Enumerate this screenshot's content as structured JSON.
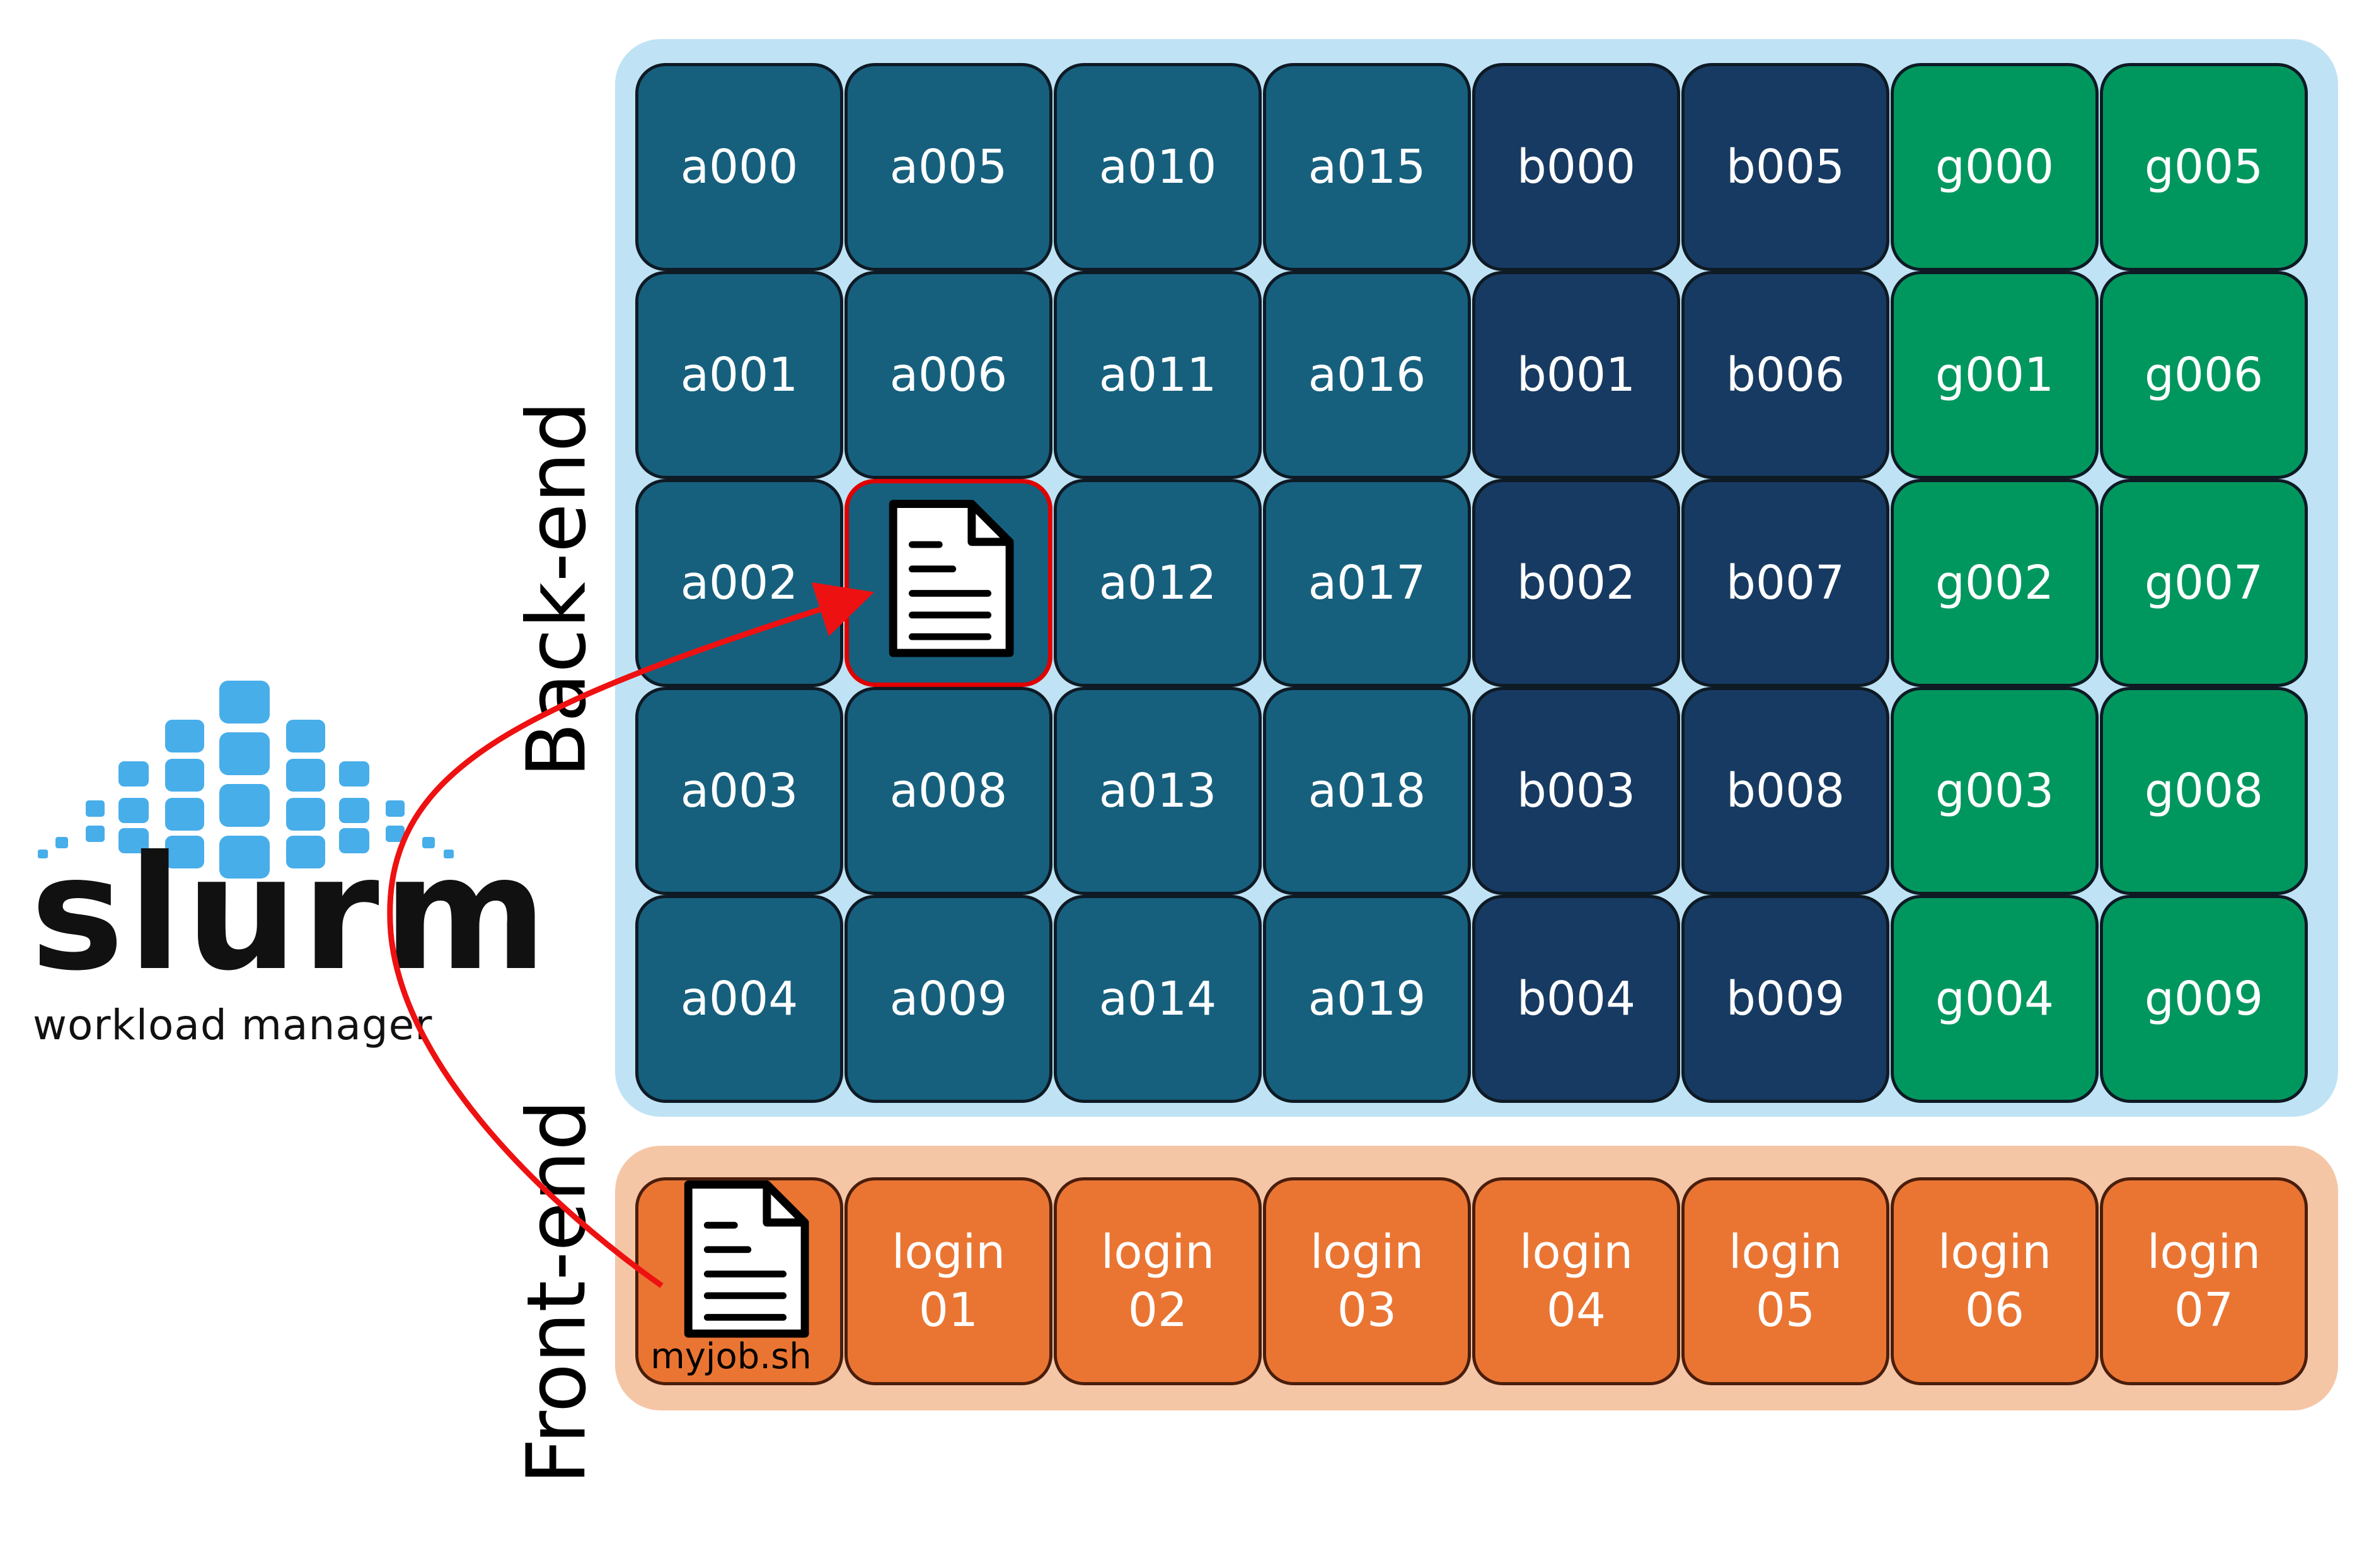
{
  "logo": {
    "name": "slurm",
    "subtitle": "workload manager",
    "icon": "slurm-logo-squares",
    "colors": {
      "squares": "#47aeea",
      "text": "#111111"
    }
  },
  "sections": {
    "backend_label": "Back-end",
    "frontend_label": "Front-end"
  },
  "backend": {
    "panel_color": "#bfe3f5",
    "columns": [
      {
        "group": "a",
        "color": "#16607e",
        "nodes": [
          "a000",
          "a001",
          "a002",
          "a003",
          "a004"
        ]
      },
      {
        "group": "a",
        "color": "#16607e",
        "nodes": [
          "a005",
          "a006",
          "",
          "a008",
          "a009"
        ]
      },
      {
        "group": "a",
        "color": "#16607e",
        "nodes": [
          "a010",
          "a011",
          "a012",
          "a013",
          "a014"
        ]
      },
      {
        "group": "a",
        "color": "#16607e",
        "nodes": [
          "a015",
          "a016",
          "a017",
          "a018",
          "a019"
        ]
      },
      {
        "group": "b",
        "color": "#173a62",
        "nodes": [
          "b000",
          "b001",
          "b002",
          "b003",
          "b004"
        ]
      },
      {
        "group": "b",
        "color": "#173a62",
        "nodes": [
          "b005",
          "b006",
          "b007",
          "b008",
          "b009"
        ]
      },
      {
        "group": "g",
        "color": "#00975e",
        "nodes": [
          "g000",
          "g001",
          "g002",
          "g003",
          "g004"
        ]
      },
      {
        "group": "g",
        "color": "#00975e",
        "nodes": [
          "g005",
          "g006",
          "g007",
          "g008",
          "g009"
        ]
      }
    ],
    "highlighted_node": {
      "icon": "document-icon",
      "border_color": "#e00000"
    }
  },
  "frontend": {
    "panel_color": "#f5c6a6",
    "node_color": "#ea7533",
    "job_file": {
      "icon": "document-icon",
      "label": "myjob.sh"
    },
    "logins": [
      "login\n01",
      "login\n02",
      "login\n03",
      "login\n04",
      "login\n05",
      "login\n06",
      "login\n07"
    ]
  },
  "arrow": {
    "color": "#ee1111"
  }
}
